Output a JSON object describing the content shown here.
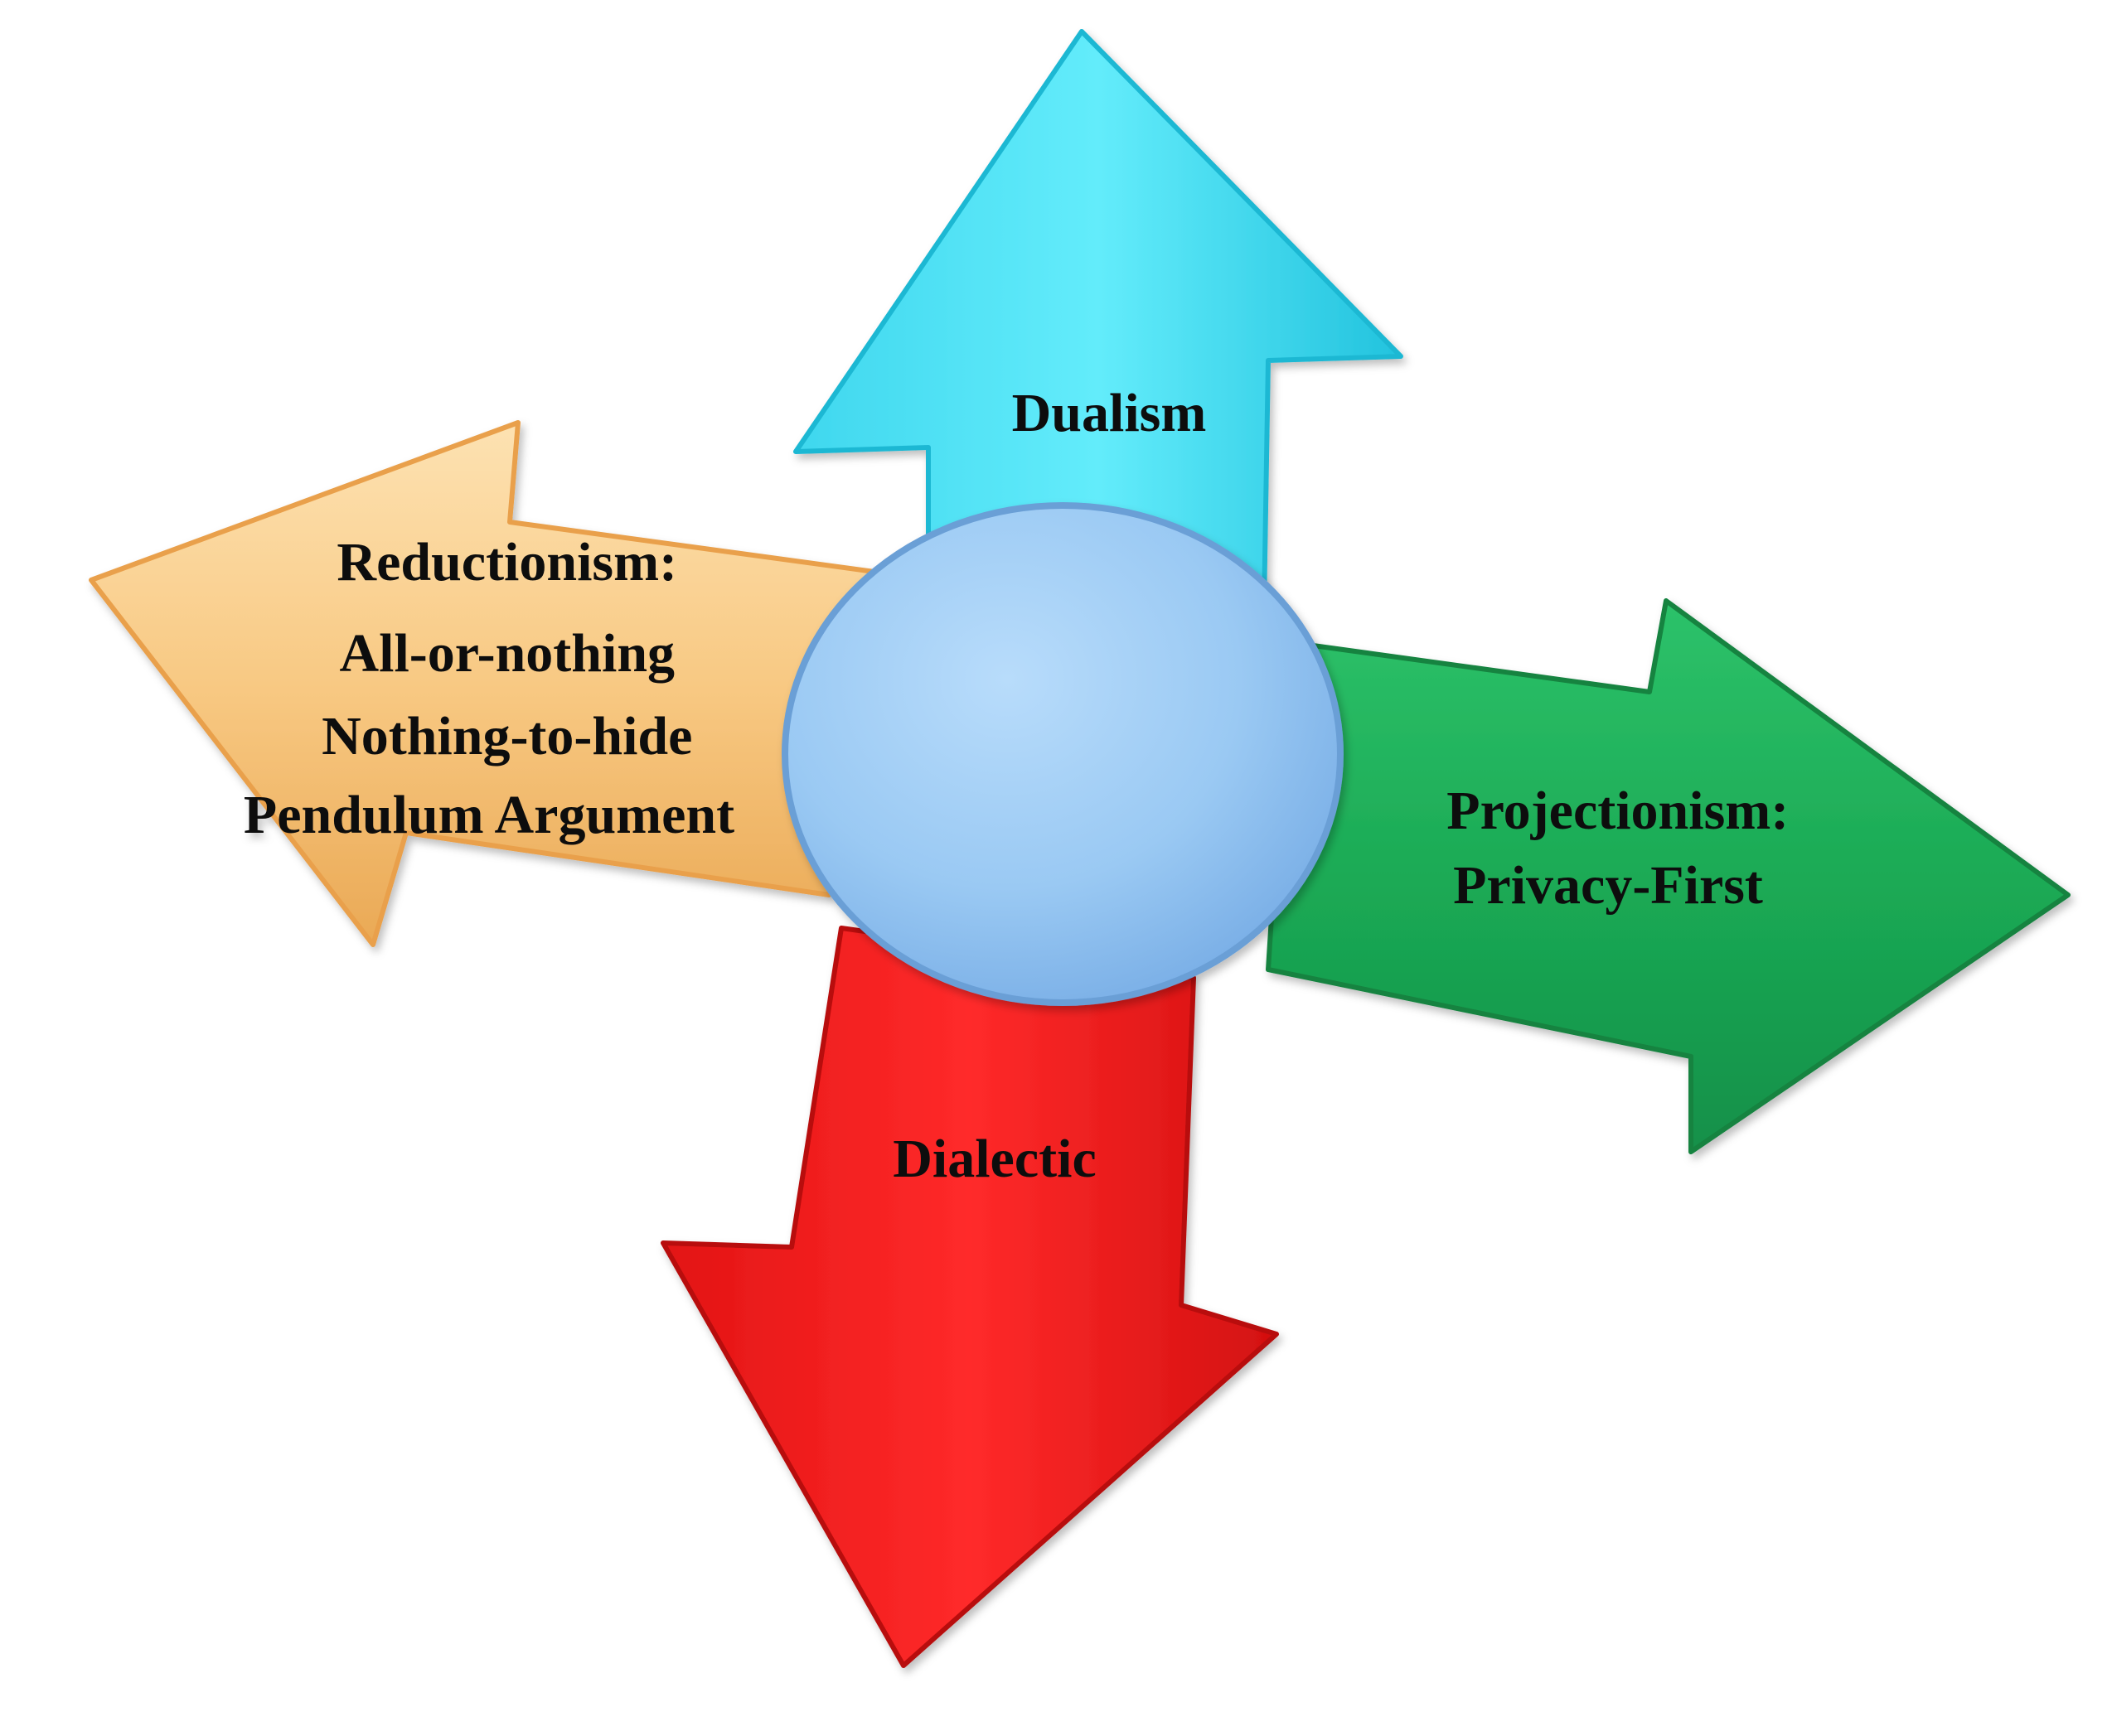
{
  "diagram": {
    "arrows": {
      "left": {
        "lines": [
          "Reductionism:",
          "All-or-nothing",
          "Nothing-to-hide",
          "Pendulum Argument"
        ],
        "color": "#f5c278"
      },
      "up": {
        "lines": [
          "Dualism"
        ],
        "color": "#38d9ec"
      },
      "right": {
        "lines": [
          "Projectionism:",
          "Privacy-First"
        ],
        "color": "#1bae56"
      },
      "down": {
        "lines": [
          "Dialectic"
        ],
        "color": "#f01c1c"
      }
    },
    "center_circle": {
      "color": "#96c6f2"
    }
  }
}
